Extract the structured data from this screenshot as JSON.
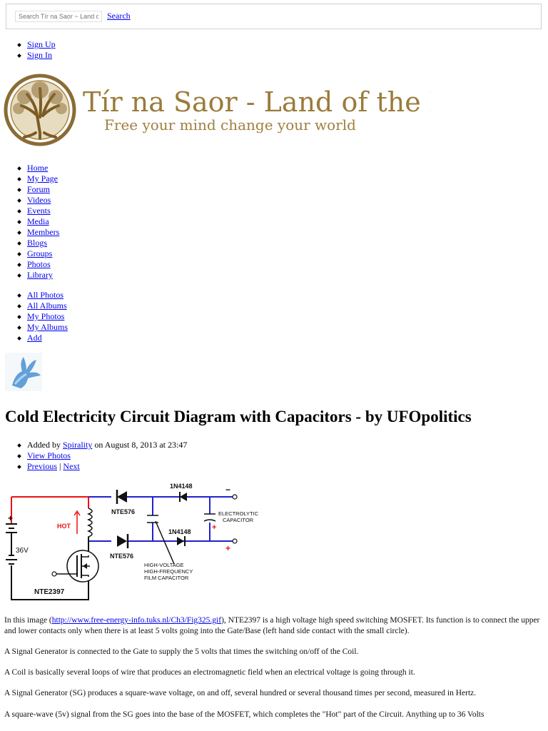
{
  "search": {
    "placeholder": "Search Tír na Saor ~ Land of the Free",
    "button_label": "Search"
  },
  "account_links": [
    "Sign Up",
    "Sign In"
  ],
  "banner": {
    "title": "Tír na Saor - Land of the Free",
    "tagline": "Free your mind change your world",
    "colors": {
      "title": "#9a7b3a",
      "tagline": "#a07f3e",
      "tree": "#8a6c34"
    }
  },
  "main_nav": [
    "Home",
    "My Page",
    "Forum",
    "Videos",
    "Events",
    "Media",
    "Members",
    "Blogs",
    "Groups",
    "Photos",
    "Library"
  ],
  "photo_nav": [
    "All Photos",
    "All Albums",
    "My Photos",
    "My Albums",
    "Add"
  ],
  "photo": {
    "title": "Cold Electricity Circuit Diagram with Capacitors - by UFOpolitics",
    "added_by_prefix": "Added by ",
    "author": "Spirality",
    "date_text": " on August 8, 2013 at 23:47",
    "view_photos": "View Photos",
    "previous": "Previous",
    "separator": " | ",
    "next": "Next"
  },
  "diagram": {
    "labels": {
      "d1": "NTE576",
      "d2": "NTE576",
      "d3": "1N4148",
      "d4": "1N4148",
      "hot": "HOT",
      "voltage": "36V",
      "mosfet": "NTE2397",
      "cap1": "ELECTROLYTIC",
      "cap2": "CAPACITOR",
      "film1": "HIGH-VOLTAGE",
      "film2": "HIGH-FREQUENCY",
      "film3": "FILM CAPACITOR",
      "plus": "+",
      "minus": "−"
    },
    "colors": {
      "wire_red": "#e11",
      "wire_blue": "#22c",
      "ink": "#111"
    }
  },
  "body": {
    "p1_a": "In this image (",
    "p1_link": "http://www.free-energy-info.tuks.nl/Ch3/Fig325.gif",
    "p1_b": "), NTE2397 is a high voltage high speed switching MOSFET. Its function is to connect the upper and lower contacts only when there is at least 5 volts going into the Gate/Base (left hand side contact with the small circle).",
    "p2": "A Signal Generator is connected to the Gate to supply the 5 volts that times the switching on/off of the Coil.",
    "p3": "A Coil is basically several loops of wire that produces an electromagnetic field when an electrical voltage is going through it.",
    "p4": "A Signal Generator (SG) produces a square-wave voltage, on and off, several hundred or several thousand times per second, measured in Hertz.",
    "p5": "A square-wave (5v) signal from the SG goes into the base of the MOSFET, which completes the \"Hot\" part of the Circuit. Anything up to 36 Volts"
  }
}
